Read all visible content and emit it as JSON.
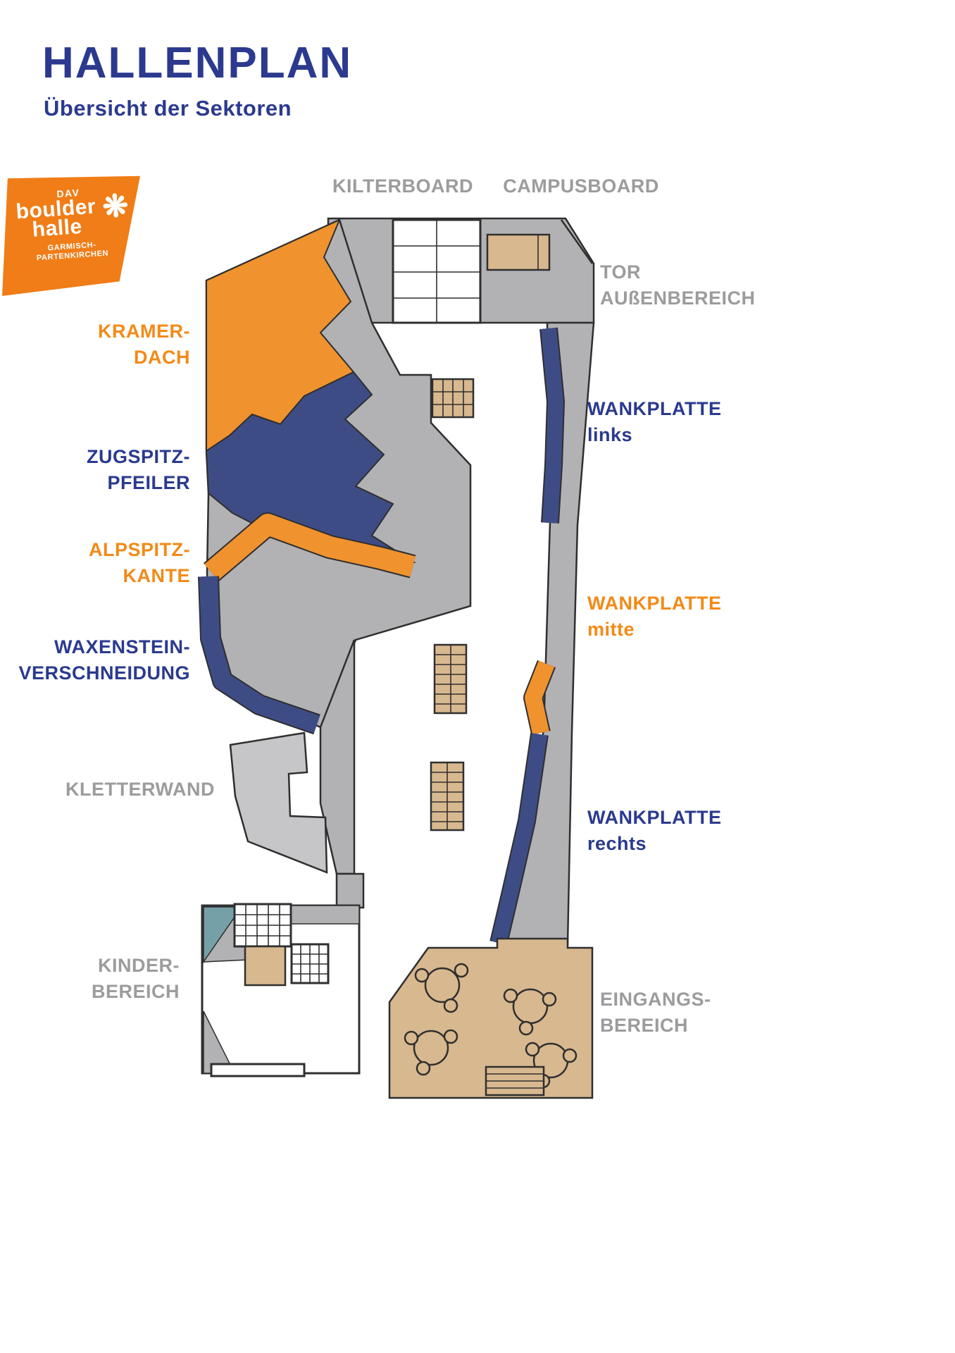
{
  "header": {
    "title": "HALLENPLAN",
    "subtitle": "Übersicht der Sektoren"
  },
  "logo": {
    "dav": "DAV",
    "boulder": "boulder",
    "halle": "halle",
    "city1": "GARMISCH-",
    "city2": "PARTENKIRCHEN",
    "flower": "❋"
  },
  "labels": {
    "kilterboard": {
      "text": "KILTERBOARD",
      "color": "#9c9c9c"
    },
    "campusboard": {
      "text": "CAMPUSBOARD",
      "color": "#9c9c9c"
    },
    "tor": {
      "line1": "TOR",
      "line2": "AUßENBEREICH",
      "color": "#9c9c9c"
    },
    "kramerdach": {
      "line1": "KRAMER-",
      "line2": "DACH",
      "color": "#f28a18"
    },
    "wank_links": {
      "line1": "WANKPLATTE",
      "line2": "links",
      "color": "#2b3a8e"
    },
    "zugspitz": {
      "line1": "ZUGSPITZ-",
      "line2": "PFEILER",
      "color": "#2b3a8e"
    },
    "alpspitz": {
      "line1": "ALPSPITZ-",
      "line2": "KANTE",
      "color": "#f28a18"
    },
    "wank_mitte": {
      "line1": "WANKPLATTE",
      "line2": "mitte",
      "color": "#f28a18"
    },
    "waxenstein": {
      "line1": "WAXENSTEIN-",
      "line2": "VERSCHNEIDUNG",
      "color": "#2b3a8e"
    },
    "kletterwand": {
      "text": "KLETTERWAND",
      "color": "#9c9c9c"
    },
    "wank_rechts": {
      "line1": "WANKPLATTE",
      "line2": "rechts",
      "color": "#2b3a8e"
    },
    "kinder": {
      "line1": "KINDER-",
      "line2": "BEREICH",
      "color": "#9c9c9c"
    },
    "eingang": {
      "line1": "EINGANGS-",
      "line2": "BEREICH",
      "color": "#9c9c9c"
    }
  },
  "map_colors": {
    "wall_gray": "#b2b2b5",
    "sector_blue": "#3e4c86",
    "sector_orange": "#f0922e",
    "wood_tan": "#d8b88f",
    "outline": "#2f2f2f",
    "logo_orange": "#f07d17",
    "teal": "#76a0a8",
    "title_navy": "#2b3a8e"
  }
}
